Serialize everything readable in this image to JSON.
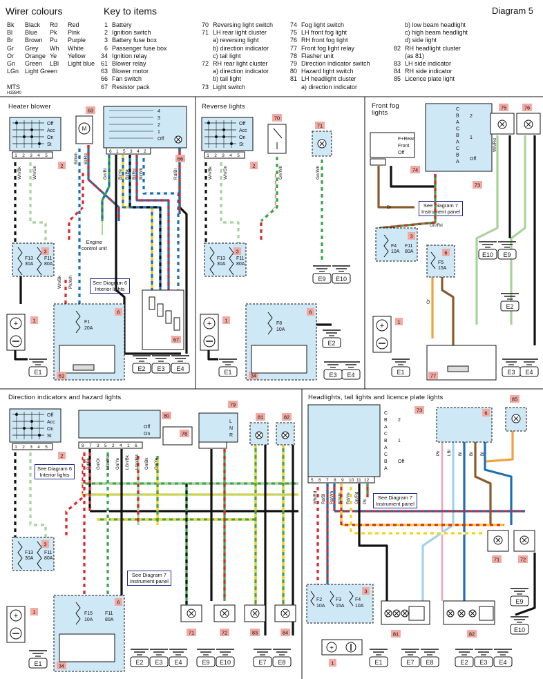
{
  "header": {
    "wire_colours_title": "Wirer colours",
    "key_title": "Key to items",
    "diagram_label": "Diagram 5",
    "mts_logo": "MTS",
    "mts_code": "H33840"
  },
  "wire_colours": [
    {
      "code": "Bk",
      "name": "Black"
    },
    {
      "code": "Bl",
      "name": "Blue"
    },
    {
      "code": "Br",
      "name": "Brown"
    },
    {
      "code": "Gr",
      "name": "Grey"
    },
    {
      "code": "Or",
      "name": "Orange"
    },
    {
      "code": "Gn",
      "name": "Green"
    },
    {
      "code": "LGn",
      "name": "Light Green"
    },
    {
      "code": "Rd",
      "name": "Red"
    },
    {
      "code": "Pk",
      "name": "Pink"
    },
    {
      "code": "Pu",
      "name": "Purple"
    },
    {
      "code": "Wh",
      "name": "White"
    },
    {
      "code": "Ye",
      "name": "Yellow"
    },
    {
      "code": "LBl",
      "name": "Light blue"
    }
  ],
  "key_items": [
    [
      {
        "n": "1",
        "t": "Battery"
      },
      {
        "n": "2",
        "t": "Ignition switch"
      },
      {
        "n": "3",
        "t": "Battery fuse box"
      },
      {
        "n": "6",
        "t": "Passenger fuse box"
      },
      {
        "n": "34",
        "t": "Ignition relay"
      },
      {
        "n": "61",
        "t": "Blower relay"
      },
      {
        "n": "63",
        "t": "Blower motor"
      },
      {
        "n": "66",
        "t": "Fan switch"
      },
      {
        "n": "67",
        "t": "Resistor pack"
      }
    ],
    [
      {
        "n": "70",
        "t": "Reversing light switch"
      },
      {
        "n": "71",
        "t": "LH rear light cluster"
      },
      {
        "n": "",
        "t": "a) reversing light"
      },
      {
        "n": "",
        "t": "b) direction indicator"
      },
      {
        "n": "",
        "t": "c) tail light"
      },
      {
        "n": "72",
        "t": "RH rear light cluster"
      },
      {
        "n": "",
        "t": "a) direction indicator"
      },
      {
        "n": "",
        "t": "b) tail light"
      },
      {
        "n": "73",
        "t": "Light switch"
      }
    ],
    [
      {
        "n": "74",
        "t": "Fog light switch"
      },
      {
        "n": "75",
        "t": "LH front fog light"
      },
      {
        "n": "76",
        "t": "RH front fog light"
      },
      {
        "n": "77",
        "t": "Front fog light relay"
      },
      {
        "n": "78",
        "t": "Flasher unit"
      },
      {
        "n": "79",
        "t": "Direction indicator switch"
      },
      {
        "n": "80",
        "t": "Hazard light switch"
      },
      {
        "n": "81",
        "t": "LH headlight cluster"
      },
      {
        "n": "",
        "t": "a) direction indicator"
      }
    ],
    [
      {
        "n": "",
        "t": "b) low beam headlight"
      },
      {
        "n": "",
        "t": "c) high beam headlight"
      },
      {
        "n": "",
        "t": "d) side light"
      },
      {
        "n": "82",
        "t": "RH headlight cluster"
      },
      {
        "n": "",
        "t": "(as 81)"
      },
      {
        "n": "83",
        "t": "LH side indicator"
      },
      {
        "n": "84",
        "t": "RH side indicator"
      },
      {
        "n": "85",
        "t": "Licence plate light"
      }
    ]
  ],
  "sections": {
    "heater_blower": "Heater  blower",
    "reverse_lights": "Reverse  lights",
    "front_fog_lights": [
      "Front  fog",
      "lights"
    ],
    "direction_indicators": "Direction  indicators  and  hazard  lights",
    "headlights": "Headlights,  tail  lights  and  licence  plate  lights"
  },
  "notes": {
    "diag6_interior": [
      "See Diagram 6",
      "Interior lights"
    ],
    "diag7_instrument": [
      "See Diagram 7",
      "Instrument panel"
    ],
    "engine_control_unit": [
      "Engine",
      "control unit"
    ]
  },
  "switch_positions": {
    "ignition": [
      "Off",
      "Acc",
      "On",
      "St"
    ],
    "hazard": [
      "Off",
      "On"
    ],
    "indicator": [
      "L",
      "N",
      "R"
    ],
    "fan": [
      "4",
      "3",
      "2",
      "1",
      "Off"
    ],
    "light_switch": [
      "C",
      "B",
      "A",
      "C",
      "B",
      "A",
      "C",
      "B",
      "A"
    ],
    "light_switch_groups": [
      "2",
      "1",
      "Off"
    ],
    "fog_switch": [
      "F+Rear",
      "Front",
      "Off"
    ]
  },
  "fuses": {
    "F13": {
      "id": "F13",
      "rating": "30A"
    },
    "F11": {
      "id": "F11",
      "rating": "80A"
    },
    "F1": {
      "id": "F1",
      "rating": "20A"
    },
    "F8": {
      "id": "F8",
      "rating": "10A"
    },
    "F4": {
      "id": "F4",
      "rating": "10A"
    },
    "F5": {
      "id": "F5",
      "rating": "15A"
    },
    "F15": {
      "id": "F15",
      "rating": "10A"
    },
    "F2": {
      "id": "F2",
      "rating": "10A"
    },
    "F3": {
      "id": "F3",
      "rating": "15A"
    }
  },
  "earths": [
    "E1",
    "E2",
    "E3",
    "E4",
    "E7",
    "E8",
    "E9",
    "E10"
  ],
  "item_badges": [
    "1",
    "2",
    "3",
    "6",
    "34",
    "61",
    "63",
    "66",
    "67",
    "70",
    "71",
    "72",
    "73",
    "74",
    "75",
    "76",
    "77",
    "78",
    "79",
    "80",
    "81",
    "82",
    "83",
    "84",
    "85"
  ],
  "wire_labels": [
    "Wh/Bk",
    "Wh/Gn",
    "Pk/Wh",
    "Bl/Wh",
    "Bl/Rd",
    "Gn/Bl",
    "Bl/Ye",
    "Bl/Bk",
    "Rd/Bl",
    "Gn/Wh",
    "Br",
    "Gn/Rd",
    "Wh/Rd",
    "LGn",
    "Or",
    "Gn/Or",
    "LGn/Ye",
    "Gn/Ye",
    "LGn/Bk",
    "LGn/Rd",
    "Gn/Bk",
    "Rd/Bk",
    "Rd/Ye",
    "Ye/Wh",
    "LBl",
    "Bl",
    "Pk",
    "Gn"
  ],
  "colors": {
    "green": "#3aa24a",
    "red": "#d9262c",
    "blue": "#1a6fb5",
    "light_green": "#a7d39a",
    "light_blue": "#9fd3ef",
    "yellow": "#f2d21b",
    "orange": "#f0a23a",
    "brown": "#8b5a2b",
    "pink": "#e9a8c0",
    "black": "#111111",
    "component_fill": "#cfe8f6",
    "badge": "#f2aaa3",
    "note_border": "#1a2a8a"
  }
}
